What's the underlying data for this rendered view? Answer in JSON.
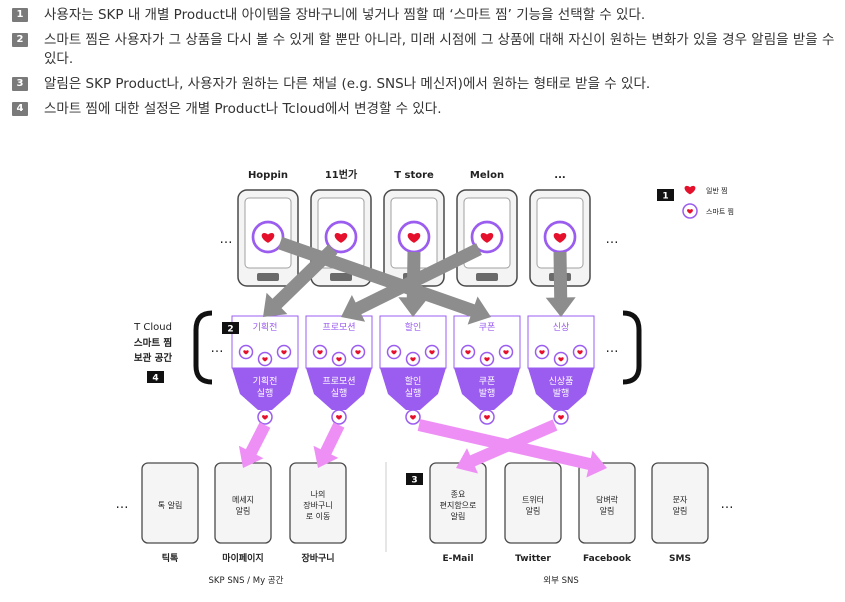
{
  "notes": [
    {
      "num": "1",
      "text": "사용자는 SKP 내 개별 Product내 아이템을 장바구니에 넣거나 찜할 때 ‘스마트 찜’ 기능을 선택할 수 있다."
    },
    {
      "num": "2",
      "text": "스마트 찜은 사용자가 그 상품을 다시 볼 수 있게 할 뿐만 아니라, 미래 시점에 그 상품에 대해 자신이 원하는 변화가 있을 경우 알림을 받을 수 있다."
    },
    {
      "num": "3",
      "text": "알림은 SKP Product나, 사용자가 원하는 다른 채널 (e.g. SNS나 메신저)에서 원하는 형태로 받을 수 있다."
    },
    {
      "num": "4",
      "text": "스마트 찜에 대한 설정은 개별 Product나 Tcloud에서 변경할 수 있다."
    }
  ],
  "products": [
    "Hoppin",
    "11번가",
    "T store",
    "Melon",
    "..."
  ],
  "legend": {
    "num": "1",
    "normal": "일반 찜",
    "smart": "스마트 찜"
  },
  "ellipsis": "…",
  "cloud": {
    "title": "T Cloud",
    "line2": "스마트 찜",
    "line3": "보관 공간",
    "badge2": "2",
    "badge4": "4",
    "columns": [
      {
        "top": "기획전",
        "bottom1": "기획전",
        "bottom2": "실행"
      },
      {
        "top": "프로모션",
        "bottom1": "프로모션",
        "bottom2": "실행"
      },
      {
        "top": "할인",
        "bottom1": "할인",
        "bottom2": "실행"
      },
      {
        "top": "쿠폰",
        "bottom1": "쿠폰",
        "bottom2": "발행"
      },
      {
        "top": "신상",
        "bottom1": "신상품",
        "bottom2": "발행"
      }
    ]
  },
  "badge3": "3",
  "channels": [
    {
      "lines": [
        "톡 알림"
      ],
      "label": "틱톡"
    },
    {
      "lines": [
        "메세지",
        "알림"
      ],
      "label": "마이페이지"
    },
    {
      "lines": [
        "나의",
        "장바구니",
        "로 이동"
      ],
      "label": "장바구니"
    },
    {
      "lines": [
        "종요",
        "편지함으로",
        "알림"
      ],
      "label": "E-Mail"
    },
    {
      "lines": [
        "트위터",
        "알림"
      ],
      "label": "Twitter"
    },
    {
      "lines": [
        "담벼락",
        "알림"
      ],
      "label": "Facebook"
    },
    {
      "lines": [
        "문자",
        "알림"
      ],
      "label": "SMS"
    }
  ],
  "groups": {
    "left": "SKP SNS / My 공간",
    "right": "외부 SNS"
  },
  "colors": {
    "purple": "#9b5cf0",
    "purple_light": "#ead9ff",
    "heart": "#e5102b",
    "gray_arrow": "#8d8d8d",
    "pink_arrow": "#ee8ff5"
  }
}
